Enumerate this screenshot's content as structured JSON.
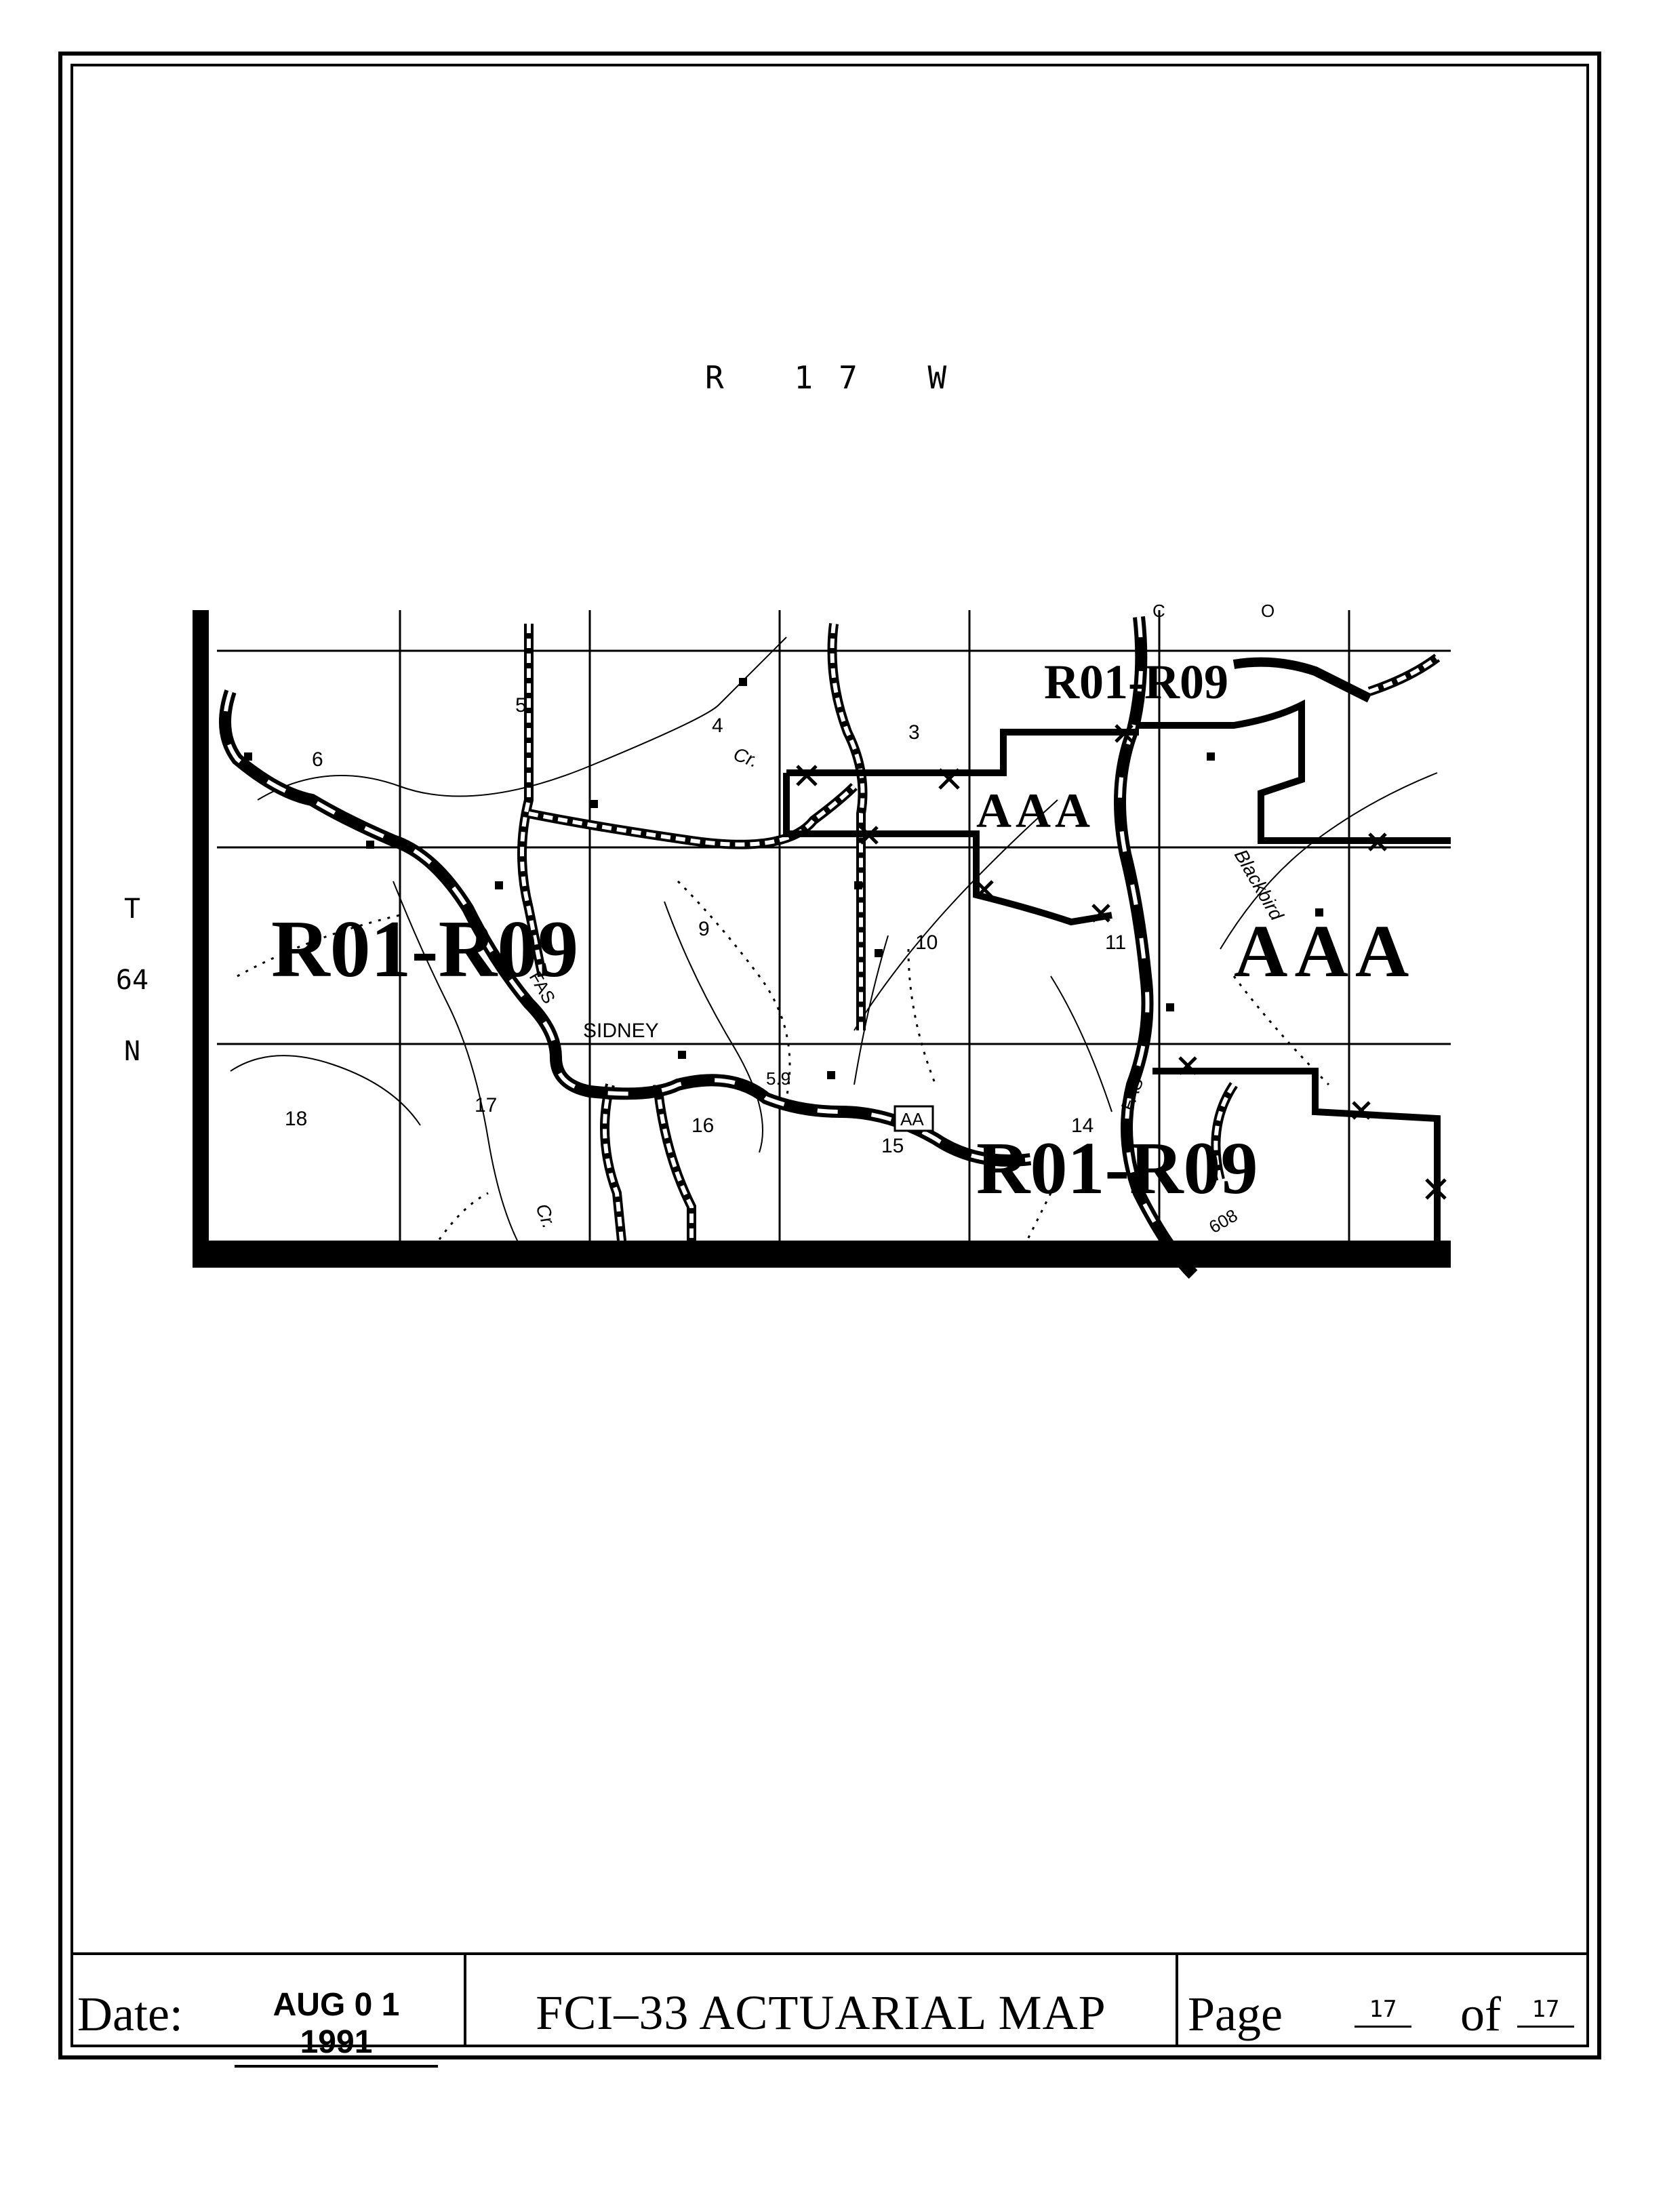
{
  "map": {
    "range_label": "R 17 W",
    "township_label": [
      "T",
      "64",
      "N"
    ],
    "section_numbers": [
      "6",
      "5",
      "4",
      "3",
      "9",
      "10",
      "11",
      "18",
      "17",
      "16",
      "15",
      "14"
    ],
    "rate_zones": [
      "R01-R09",
      "R01-R09",
      "R01-R09",
      "AAA",
      "AAA"
    ],
    "place_names": [
      "SIDNEY"
    ],
    "road_labels": [
      "FAS",
      "FAS",
      "5.9",
      "AA",
      "C",
      "O",
      "608"
    ],
    "stream_labels": [
      "Cr.",
      "Cr.",
      "Blackbird"
    ]
  },
  "footer": {
    "date_label": "Date:",
    "date_value": "AUG 0 1 1991",
    "title": "FCI–33 ACTUARIAL MAP",
    "page_label": "Page",
    "page_number": "17",
    "of_label": "of",
    "page_total": "17"
  }
}
